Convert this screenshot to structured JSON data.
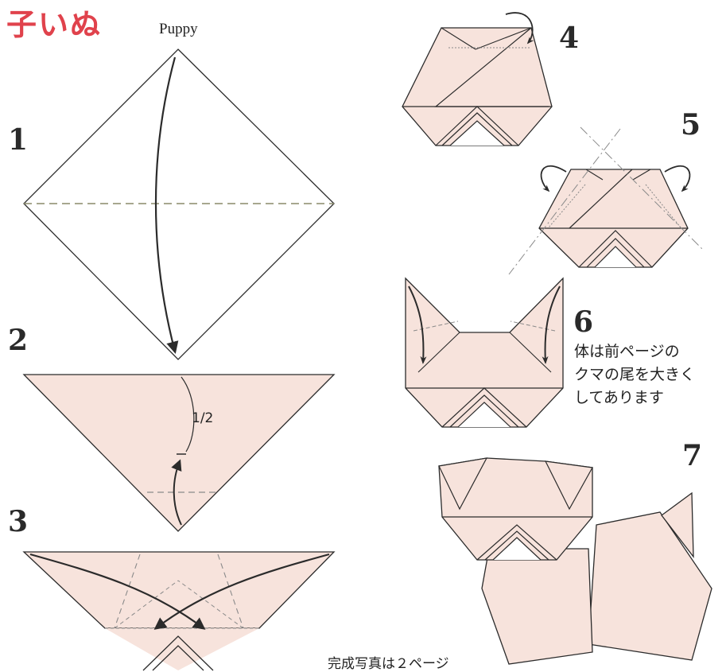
{
  "title": {
    "japanese": "子いぬ",
    "english": "Puppy"
  },
  "steps": [
    {
      "number": "1"
    },
    {
      "number": "2",
      "annotation": "1/2"
    },
    {
      "number": "3"
    },
    {
      "number": "4"
    },
    {
      "number": "5"
    },
    {
      "number": "6",
      "note_lines": [
        "体は前ページの",
        "クマの尾を大きく",
        "してあります"
      ]
    },
    {
      "number": "7"
    }
  ],
  "footer": "完成写真は２ページ",
  "colors": {
    "title": "#e0424c",
    "paper": "#f7e3dc",
    "line": "#2b2b2b",
    "crease": "#8a8a8a"
  }
}
